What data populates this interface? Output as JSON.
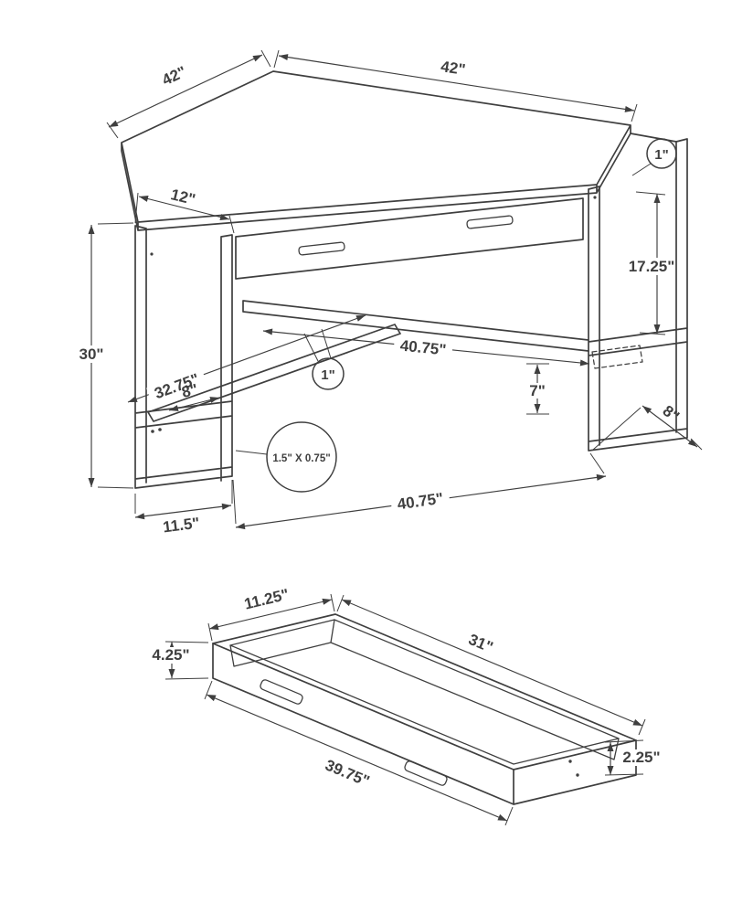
{
  "colors": {
    "line": "#3f3f3f",
    "background": "#ffffff"
  },
  "desk": {
    "dims": {
      "top_back_right": "42\"",
      "top_back_left": "42\"",
      "side_depth": "12\"",
      "top_thickness": "1\"",
      "leg_opening_height": "17.25\"",
      "overall_height": "30\"",
      "beam_length": "40.75\"",
      "brace_length": "32.75\"",
      "shelf_depth": "8\"",
      "tube_width": "1\"",
      "beam_rise": "7\"",
      "leg_depth": "8\"",
      "tube_profile": "1.5\" X 0.75\"",
      "base_span": "40.75\"",
      "leg_width": "11.5\""
    }
  },
  "drawer": {
    "dims": {
      "width": "11.25\"",
      "rear_height": "4.25\"",
      "side_length": "31\"",
      "front_height": "2.25\"",
      "front_length": "39.75\""
    }
  }
}
